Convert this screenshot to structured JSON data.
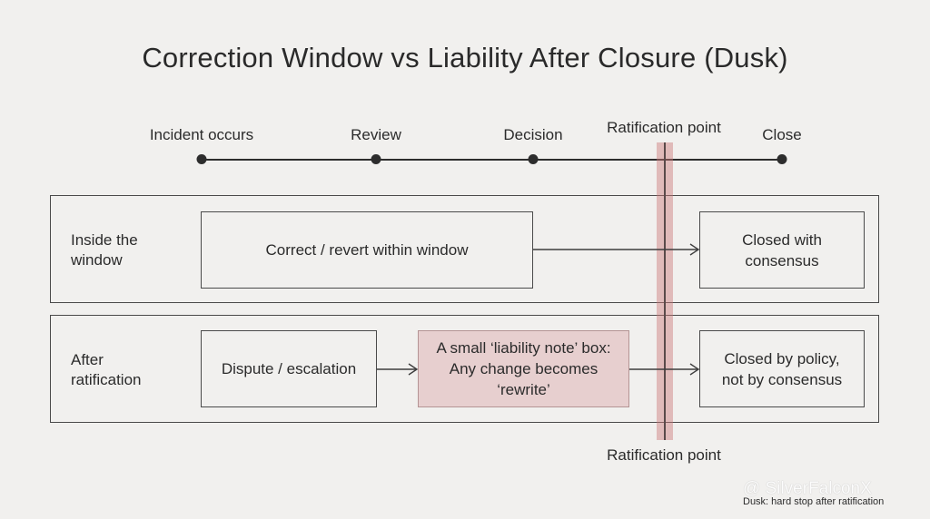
{
  "title": "Correction Window vs Liability After Closure (Dusk)",
  "timeline": {
    "stages": [
      {
        "label": "Incident occurs"
      },
      {
        "label": "Review"
      },
      {
        "label": "Decision"
      },
      {
        "label": "Ratification point"
      },
      {
        "label": "Close"
      }
    ]
  },
  "rows": [
    {
      "label_line1": "Inside the",
      "label_line2": "window",
      "main_box": "Correct / revert within window",
      "end_line1": "Closed with",
      "end_line2": "consensus"
    },
    {
      "label_line1": "After",
      "label_line2": "ratification",
      "start_box": "Dispute / escalation",
      "note_line1": "A small ‘liability note’ box:",
      "note_line2": "Any change becomes",
      "note_line3": "‘rewrite’",
      "end_line1": "Closed by policy,",
      "end_line2": "not by consensus"
    }
  ],
  "ratification_label_bottom": "Ratification point",
  "watermark": "@ SilverFalconX",
  "footnote": "Dusk: hard stop after ratification",
  "colors": {
    "background": "#f1f0ee",
    "highlight_bar": "#cd7878",
    "note_fill": "#e7cfcf",
    "stroke": "#4a4a4a"
  }
}
